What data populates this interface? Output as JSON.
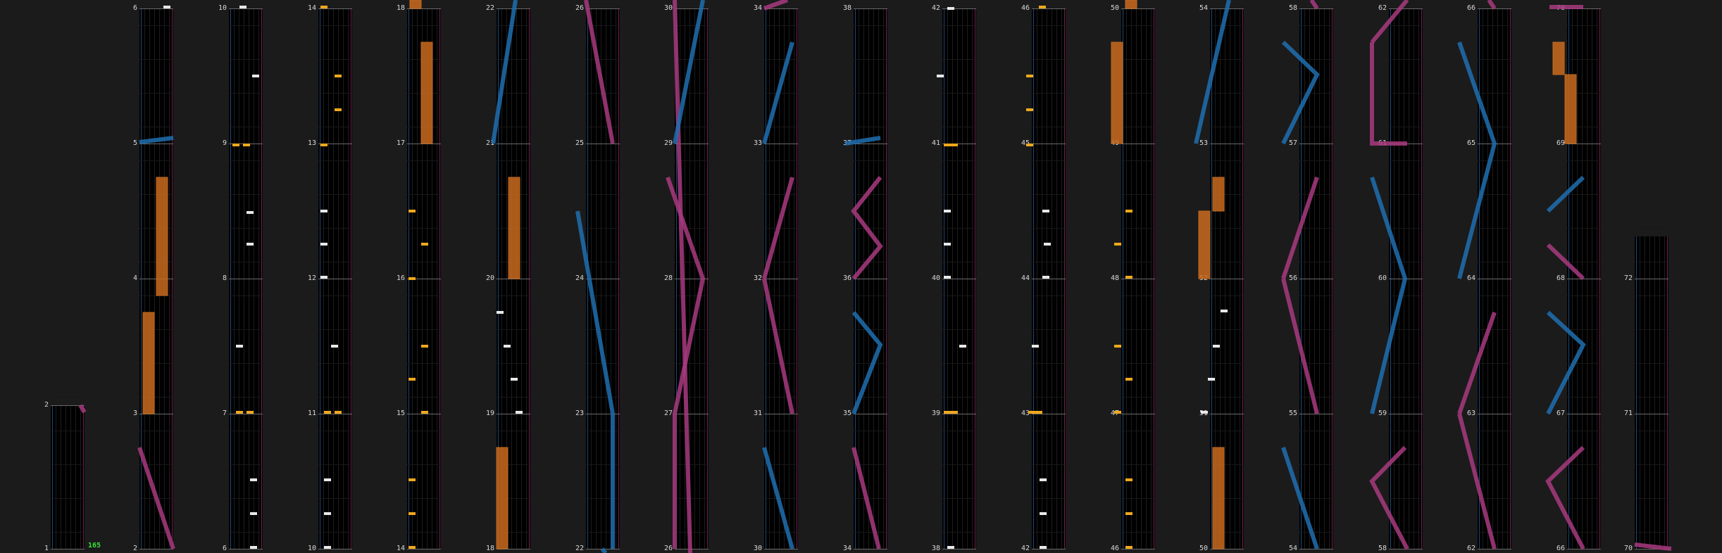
{
  "colors": {
    "background": "#1b1b1b",
    "lane": "#000000",
    "measure_line": "#6a6a6a",
    "scratch_blue": "#1f6fb0",
    "scratch_pink": "#a83a7f",
    "long_note": "#c96a1e",
    "note_white": "#e8e8e8",
    "note_yellow": "#f0a81c",
    "bpm_text": "#35e535"
  },
  "bpm_label": "165",
  "columns": [
    {
      "nums": [
        1,
        2
      ],
      "notes": []
    },
    {
      "nums": [
        2,
        3,
        4,
        5,
        6
      ],
      "notes": []
    },
    {
      "nums": [
        6,
        7,
        8,
        9,
        10
      ],
      "notes": []
    },
    {
      "nums": [
        10,
        11,
        12,
        13,
        14
      ],
      "notes": []
    },
    {
      "nums": [
        14,
        15,
        16,
        17,
        18
      ],
      "notes": []
    },
    {
      "nums": [
        18,
        19,
        20,
        21,
        22
      ],
      "notes": []
    },
    {
      "nums": [
        22,
        23,
        24,
        25,
        26
      ],
      "notes": []
    },
    {
      "nums": [
        26,
        27,
        28,
        29,
        30
      ],
      "notes": []
    },
    {
      "nums": [
        30,
        31,
        32,
        33,
        34
      ],
      "notes": []
    },
    {
      "nums": [
        34,
        35,
        36,
        37,
        38
      ],
      "notes": []
    },
    {
      "nums": [
        38,
        39,
        40,
        41,
        42
      ],
      "notes": []
    },
    {
      "nums": [
        42,
        43,
        44,
        45,
        46
      ],
      "notes": []
    },
    {
      "nums": [
        46,
        47,
        48,
        49,
        50
      ],
      "notes": []
    },
    {
      "nums": [
        50,
        51,
        52,
        53,
        54
      ],
      "notes": []
    },
    {
      "nums": [
        54,
        55,
        56,
        57,
        58
      ],
      "notes": []
    },
    {
      "nums": [
        58,
        59,
        60,
        61,
        62
      ],
      "notes": []
    },
    {
      "nums": [
        62,
        63,
        64,
        65,
        66
      ],
      "notes": []
    },
    {
      "nums": [
        66,
        67,
        68,
        69,
        70
      ],
      "notes": []
    },
    {
      "nums": [
        70,
        71,
        72
      ],
      "notes": []
    }
  ]
}
